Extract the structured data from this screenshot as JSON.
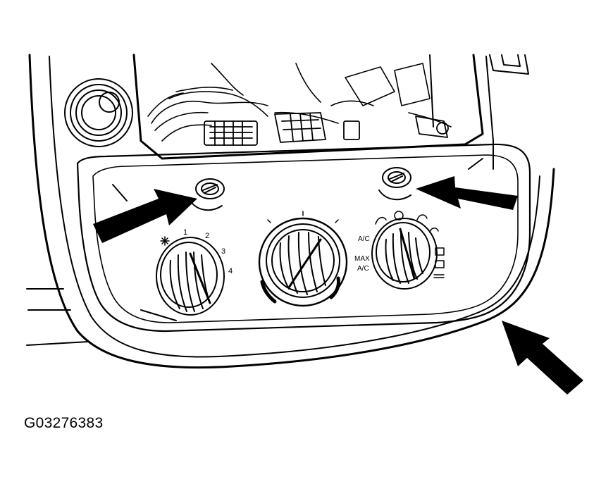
{
  "figure": {
    "id_label": "G03276383"
  },
  "panel": {
    "fan_speed_labels": [
      "1",
      "2",
      "3",
      "4"
    ],
    "mode_labels": [
      "A/C",
      "MAX",
      "A/C"
    ]
  },
  "callouts": {
    "arrow_count": 3,
    "color": "#000000"
  },
  "line_color": "#000000",
  "background": "#ffffff"
}
